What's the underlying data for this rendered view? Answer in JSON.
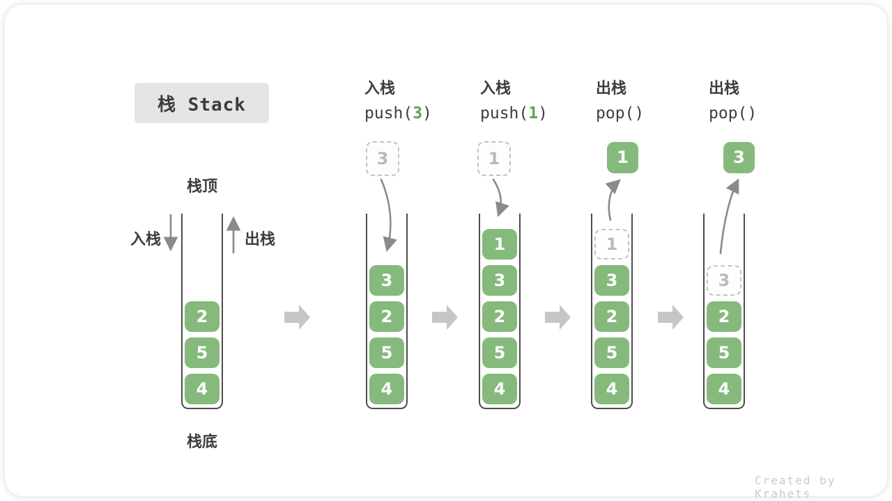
{
  "title": "栈 Stack",
  "labels": {
    "stack_top": "栈顶",
    "stack_bottom": "栈底",
    "push_side": "入栈",
    "pop_side": "出栈"
  },
  "operations": [
    {
      "name": "入栈",
      "code_pre": "push(",
      "code_arg": "3",
      "code_post": ")"
    },
    {
      "name": "入栈",
      "code_pre": "push(",
      "code_arg": "1",
      "code_post": ")"
    },
    {
      "name": "出栈",
      "code_pre": "pop()",
      "code_arg": "",
      "code_post": ""
    },
    {
      "name": "出栈",
      "code_pre": "pop()",
      "code_arg": "",
      "code_post": ""
    }
  ],
  "stacks": [
    {
      "slots": [
        {
          "v": "2"
        },
        {
          "v": "5"
        },
        {
          "v": "4"
        }
      ]
    },
    {
      "floating": {
        "v": "3"
      },
      "slots": [
        {
          "v": "3"
        },
        {
          "v": "2"
        },
        {
          "v": "5"
        },
        {
          "v": "4"
        }
      ]
    },
    {
      "floating": {
        "v": "1"
      },
      "slots": [
        {
          "v": "1"
        },
        {
          "v": "3"
        },
        {
          "v": "2"
        },
        {
          "v": "5"
        },
        {
          "v": "4"
        }
      ]
    },
    {
      "floating": {
        "v": "1"
      },
      "slots": [
        {
          "v": "1"
        },
        {
          "v": "3"
        },
        {
          "v": "2"
        },
        {
          "v": "5"
        },
        {
          "v": "4"
        }
      ]
    },
    {
      "floating": {
        "v": "3"
      },
      "slots": [
        {
          "v": "3"
        },
        {
          "v": "2"
        },
        {
          "v": "5"
        },
        {
          "v": "4"
        }
      ]
    }
  ],
  "watermark": "Created by Krahets",
  "colors": {
    "block_green": "#85ba7c",
    "code_green": "#5ea351",
    "arrow_gray": "#8a8a8a",
    "step_arrow_gray": "#c6c6c6",
    "dashed_gray": "#c2c2c2",
    "text_dark": "#3d3d3d"
  },
  "icons": {
    "push_direction": "down-arrow",
    "pop_direction": "up-arrow",
    "step_transition": "right-block-arrow"
  }
}
